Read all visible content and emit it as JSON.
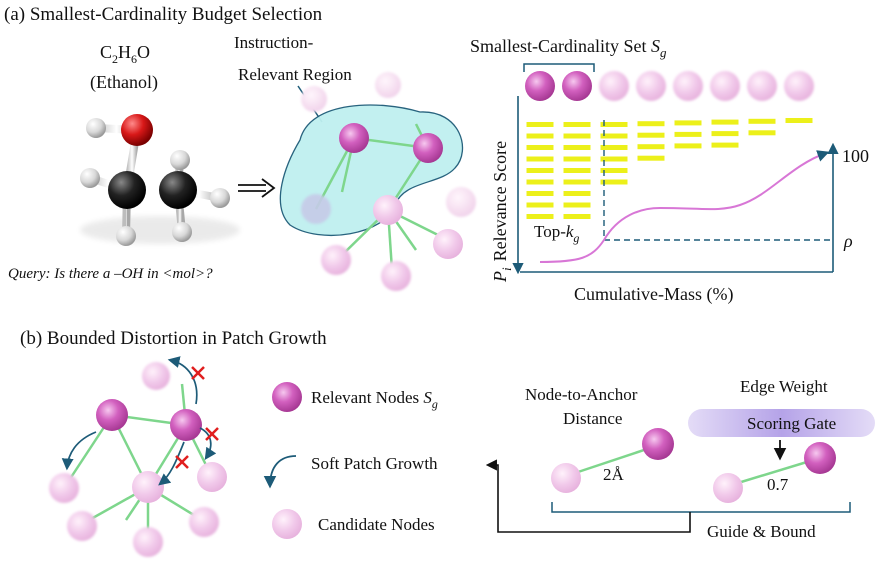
{
  "section_a": {
    "title": "(a) Smallest-Cardinality Budget Selection",
    "molecule_formula": {
      "c": "C",
      "c_sub": "2",
      "h": "H",
      "h_sub": "6",
      "o": "O"
    },
    "molecule_name": "(Ethanol)",
    "region_label_line1": "Instruction-",
    "region_label_line2": "Relevant Region",
    "query": "Query: Is there a –OH in <mol>?",
    "set_label": "Smallest-Cardinality Set ",
    "set_symbol": "S",
    "set_sub": "g",
    "y_axis_label": "Relevance Score",
    "y_axis_symbol": "P",
    "y_axis_sub": "i",
    "topk_label": "Top-",
    "topk_k": "k",
    "topk_sub": "g",
    "x_axis_label": "Cumulative-Mass (%)",
    "y_tick_top": "100",
    "rho": "ρ"
  },
  "section_b": {
    "title": "(b) Bounded Distortion in Patch Growth",
    "legend_relevant": "Relevant Nodes ",
    "legend_relevant_symbol": "S",
    "legend_relevant_sub": "g",
    "legend_growth": "Soft Patch Growth",
    "legend_candidate": "Candidate Nodes",
    "distance_line1": "Node-to-Anchor",
    "distance_line2": "Distance",
    "distance_value": "2Å",
    "edge_weight_label": "Edge Weight",
    "gate_label": "Scoring Gate",
    "edge_value": "0.7",
    "guide_label": "Guide & Bound"
  },
  "colors": {
    "relevant_node": "#c84fb4",
    "candidate_node": "#f0c4e8",
    "edge": "#7ed68c",
    "bar": "#ecf01a",
    "axis": "#1d5b78",
    "curve": "#d877d6",
    "region_fill": "#bff0f0",
    "gate": "#b7a6e6",
    "cross": "#e01e1e"
  },
  "chart_data": {
    "type": "bar",
    "bar_stack_counts": [
      9,
      9,
      6,
      4,
      3,
      3,
      2,
      1
    ],
    "topk_count": 2
  }
}
